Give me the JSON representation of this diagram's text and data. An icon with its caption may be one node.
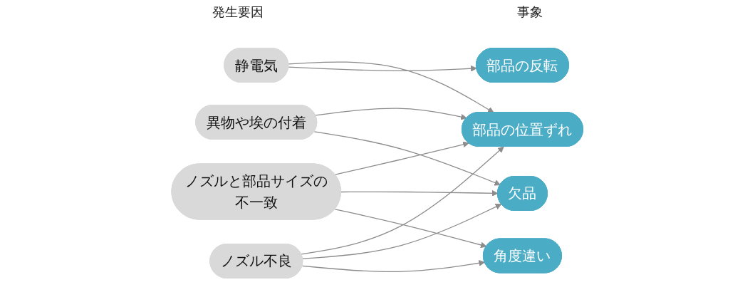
{
  "diagram": {
    "nodes": [
      {
        "text": [
          "静電気"
        ]
      },
      {
        "text": [
          "ノズルと部品サイズの不一致"
        ]
      },
      {
        "text": [
          "異物や埃の付着"
        ]
      },
      {
        "text": [
          "ノズル不良"
        ]
      },
      {
        "text": [
          "部品の位置ずれ"
        ]
      },
      {
        "text": [
          "部品の反転"
        ]
      },
      {
        "text": [
          "欠品"
        ]
      },
      {
        "text": [
          "角度違い"
        ]
      }
    ],
    "edges": [
      {
        "from": 0,
        "to": 4,
        "arrow": "to"
      },
      {
        "from": 0,
        "to": 5,
        "arrow": "to"
      },
      {
        "from": 1,
        "to": 4,
        "arrow": "to"
      },
      {
        "from": 1,
        "to": 6,
        "arrow": "to"
      },
      {
        "from": 1,
        "to": 7,
        "arrow": "to"
      },
      {
        "from": 2,
        "to": 4,
        "arrow": "to"
      },
      {
        "from": 2,
        "to": 6,
        "arrow": "to"
      },
      {
        "from": 3,
        "to": 4,
        "arrow": "to"
      },
      {
        "from": 3,
        "to": 6,
        "arrow": "to"
      },
      {
        "from": 3,
        "to": 7,
        "arrow": "to"
      }
    ],
    "labels": [
      "発生要因",
      "事象"
    ]
  }
}
